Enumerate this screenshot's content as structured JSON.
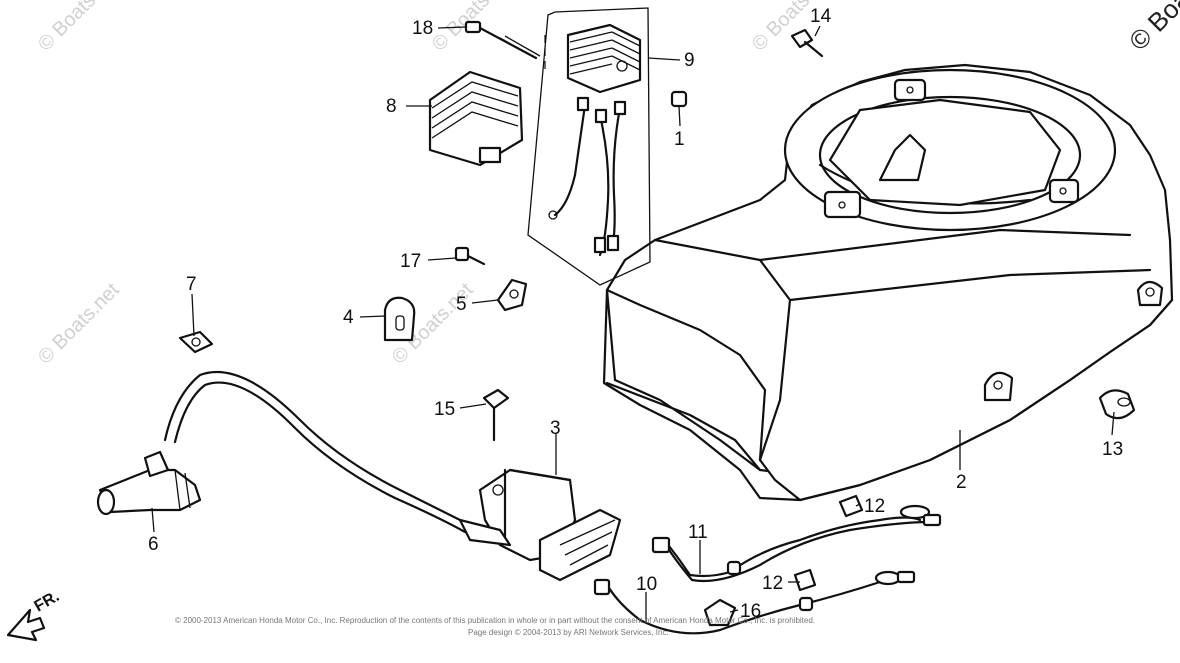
{
  "watermarks": {
    "boats": "© Boats.net",
    "corner": "© Boats"
  },
  "copyright": {
    "line1": "© 2000-2013 American Honda Motor Co., Inc. Reproduction of the contents of this publication in whole or in part without the consent of American Honda Motor Co., Inc. is prohibited.",
    "line2": "Page design © 2004-2013 by ARI Network Services, Inc."
  },
  "direction": {
    "label": "FR."
  },
  "callouts": [
    {
      "id": "1",
      "text": "1"
    },
    {
      "id": "2",
      "text": "2"
    },
    {
      "id": "3",
      "text": "3"
    },
    {
      "id": "4",
      "text": "4"
    },
    {
      "id": "5",
      "text": "5"
    },
    {
      "id": "6",
      "text": "6"
    },
    {
      "id": "7",
      "text": "7"
    },
    {
      "id": "8",
      "text": "8"
    },
    {
      "id": "9",
      "text": "9"
    },
    {
      "id": "10",
      "text": "10"
    },
    {
      "id": "11",
      "text": "11"
    },
    {
      "id": "12a",
      "text": "12"
    },
    {
      "id": "12b",
      "text": "12"
    },
    {
      "id": "13",
      "text": "13"
    },
    {
      "id": "14",
      "text": "14"
    },
    {
      "id": "15",
      "text": "15"
    },
    {
      "id": "16",
      "text": "16"
    },
    {
      "id": "17",
      "text": "17"
    },
    {
      "id": "18",
      "text": "18"
    }
  ]
}
